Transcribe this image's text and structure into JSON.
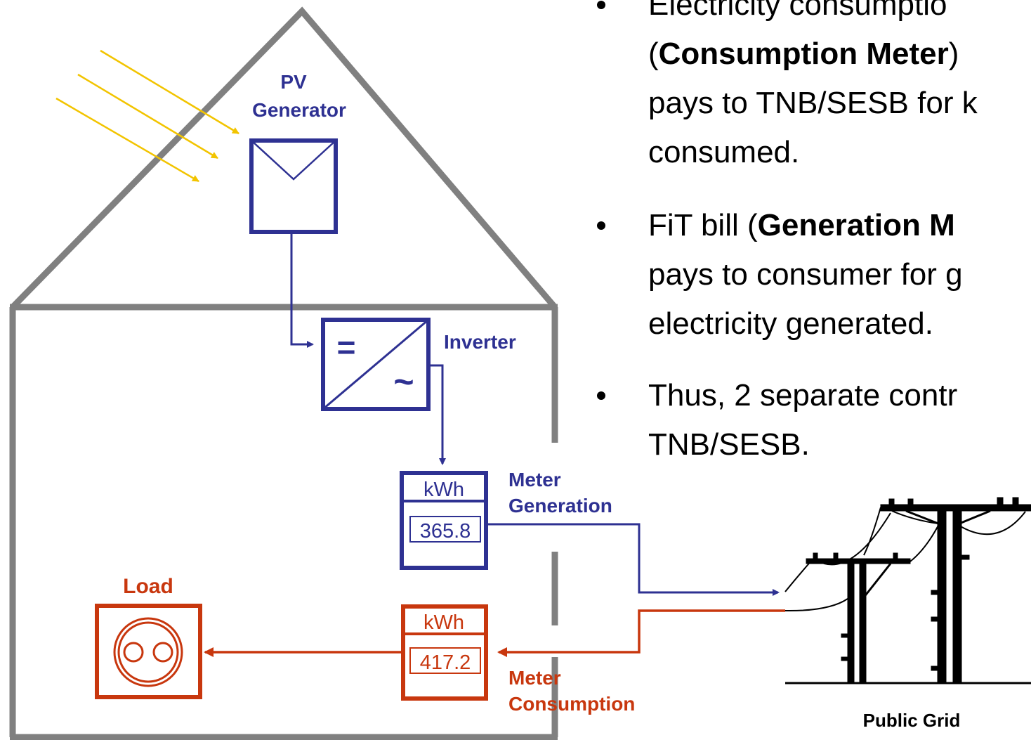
{
  "colors": {
    "blue": "#2e3192",
    "orange": "#c8370e",
    "gray": "#808080",
    "sun": "#f2c400"
  },
  "diagram": {
    "pv_label_line1": "PV",
    "pv_label_line2": "Generator",
    "inverter_label": "Inverter",
    "inverter_dc_symbol": "=",
    "inverter_ac_symbol": "~",
    "meter_gen_unit": "kWh",
    "meter_gen_value": "365.8",
    "meter_gen_label_line1": "Meter",
    "meter_gen_label_line2": "Generation",
    "meter_con_unit": "kWh",
    "meter_con_value": "417.2",
    "meter_con_label_line1": "Meter",
    "meter_con_label_line2": "Consumption",
    "load_label": "Load",
    "grid_label": "Public Grid"
  },
  "bullets": [
    {
      "lines": [
        [
          {
            "t": "Electricity consumptio",
            "b": false
          }
        ],
        [
          {
            "t": "(",
            "b": false
          },
          {
            "t": "Consumption Meter",
            "b": true
          },
          {
            "t": ")",
            "b": false
          }
        ],
        [
          {
            "t": "pays to TNB/SESB for k",
            "b": false
          }
        ],
        [
          {
            "t": "consumed.",
            "b": false
          }
        ]
      ]
    },
    {
      "lines": [
        [
          {
            "t": "FiT bill (",
            "b": false
          },
          {
            "t": "Generation M",
            "b": true
          }
        ],
        [
          {
            "t": "pays to consumer for g",
            "b": false
          }
        ],
        [
          {
            "t": "electricity generated.",
            "b": false
          }
        ]
      ]
    },
    {
      "lines": [
        [
          {
            "t": "Thus, 2 separate contr",
            "b": false
          }
        ],
        [
          {
            "t": "TNB/SESB.",
            "b": false
          }
        ]
      ]
    }
  ]
}
